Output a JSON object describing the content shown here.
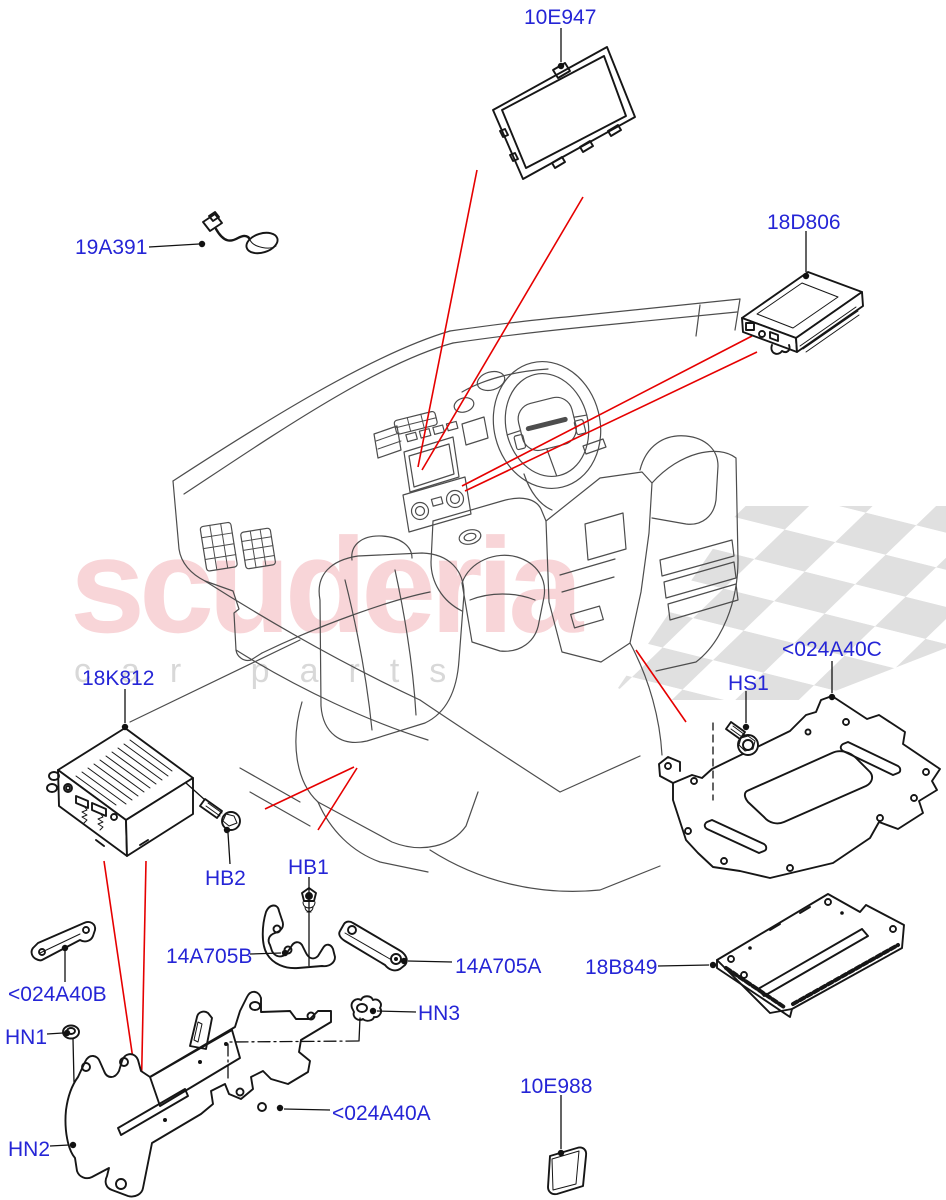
{
  "watermark": {
    "brand": "scuderia",
    "tagline": "car parts"
  },
  "colors": {
    "label_blue": "#2525d6",
    "callout_red": "#e60000",
    "sketch_gray": "#4d4d4d",
    "part_black": "#161616",
    "watermark_pink": "#f8d5d8",
    "watermark_gray": "#d8d8d8",
    "flag_gray": "#dcdcdc"
  },
  "parts": {
    "touchscreen": {
      "label": "10E947"
    },
    "antenna_cable": {
      "label": "19A391"
    },
    "media_module": {
      "label": "18D806"
    },
    "audio_module": {
      "label": "18K812"
    },
    "bolt_hb2": {
      "label": "HB2"
    },
    "bolt_hb1": {
      "label": "HB1"
    },
    "bracket_14a705b": {
      "label": "14A705B"
    },
    "bracket_14a705a": {
      "label": "14A705A"
    },
    "bracket_024a40b": {
      "label": "<024A40B"
    },
    "nut_hn1": {
      "label": "HN1"
    },
    "nut_hn2": {
      "label": "HN2"
    },
    "nut_hn3": {
      "label": "HN3"
    },
    "bracket_024a40a": {
      "label": "<024A40A"
    },
    "cover_10e988": {
      "label": "10E988"
    },
    "amplifier_18b849": {
      "label": "18B849"
    },
    "screw_hs1": {
      "label": "HS1"
    },
    "mount_plate_024a40c": {
      "label": "<024A40C"
    }
  }
}
